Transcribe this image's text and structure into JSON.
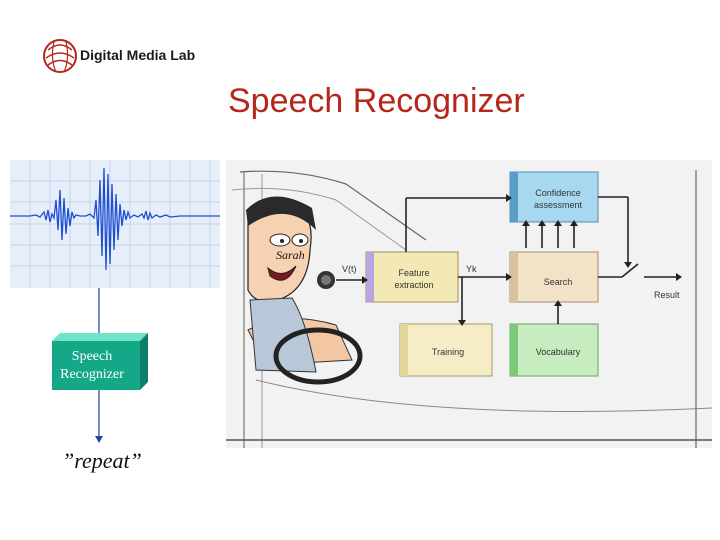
{
  "logo": {
    "text": "Digital Media Lab"
  },
  "title": "Speech Recognizer",
  "flow": {
    "box_label_line1": "Speech",
    "box_label_line2": "Recognizer",
    "output_text": "”repeat”"
  },
  "diagram": {
    "speaker_name": "Sarah",
    "signal_label": "V(t)",
    "feature_label": "Yk",
    "blocks": {
      "confidence_line1": "Confidence",
      "confidence_line2": "assessment",
      "feature_line1": "Feature",
      "feature_line2": "extraction",
      "search": "Search",
      "training": "Training",
      "vocabulary": "Vocabulary"
    },
    "result_label": "Result"
  }
}
